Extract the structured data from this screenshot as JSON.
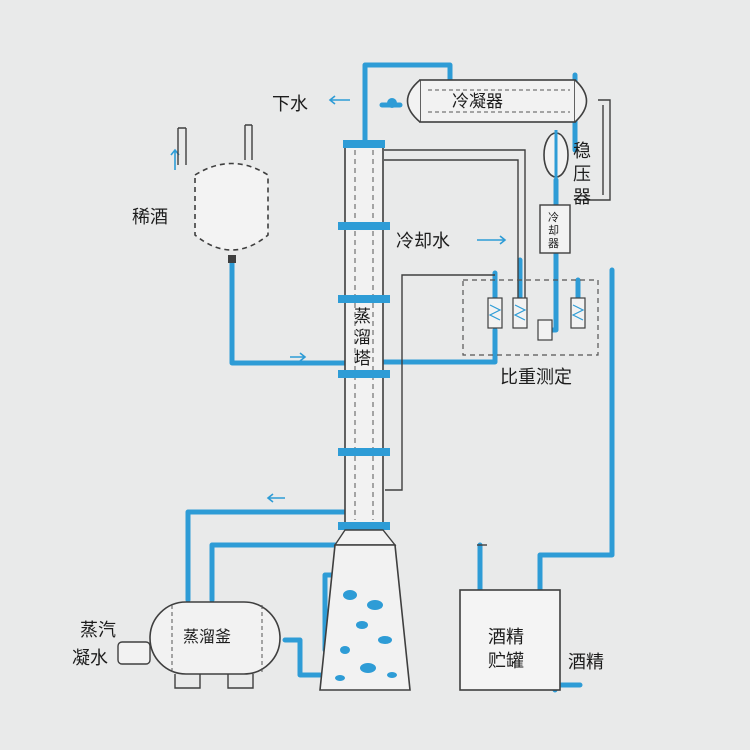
{
  "colors": {
    "background": "#e9eaea",
    "pipe": "#2e9cd6",
    "outline": "#3f3f3f",
    "dashed": "#555555",
    "text": "#1d1d1d"
  },
  "labels": {
    "down_water": "下水",
    "condenser": "冷凝器",
    "stabilizer": [
      "稳",
      "压",
      "器"
    ],
    "dilute_alcohol": "稀酒",
    "cooler": [
      "冷",
      "却",
      "器"
    ],
    "cooling_water": "冷却水",
    "column": [
      "蒸",
      "溜",
      "塔"
    ],
    "specific_gravity": "比重测定",
    "steam": "蒸汽",
    "condensate": "凝水",
    "still_kettle": "蒸溜釜",
    "alcohol_tank": [
      "酒精",
      "贮罐"
    ],
    "alcohol": "酒精"
  }
}
